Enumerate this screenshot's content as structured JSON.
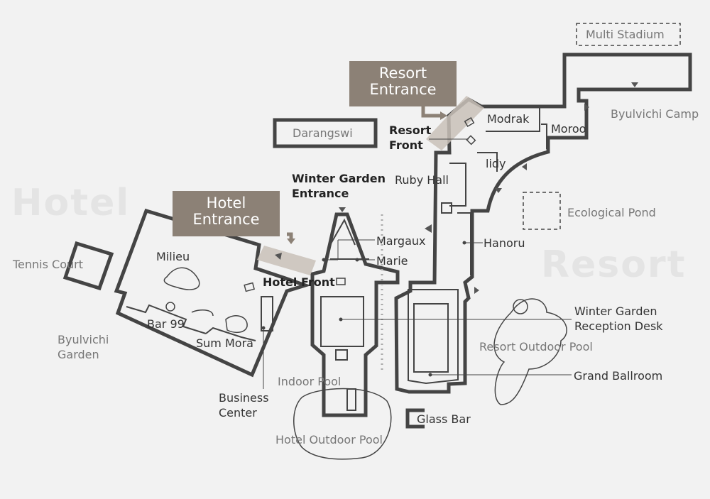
{
  "watermarks": {
    "left": "Hotel",
    "right": "Resort"
  },
  "badges": {
    "resort_entrance": "Resort\nEntrance",
    "hotel_entrance": "Hotel\nEntrance"
  },
  "labels": {
    "multi_stadium": "Multi Stadium",
    "byulvichi_camp": "Byulvichi Camp",
    "darangswi": "Darangswi",
    "resort_front": "Resort\nFront",
    "modrak": "Modrak",
    "moroo": "Moroo",
    "lidy": "lidy",
    "ruby_hall": "Ruby Hall",
    "winter_garden_entrance": "Winter Garden\nEntrance",
    "ecological_pond": "Ecological Pond",
    "margaux": "Margaux",
    "marie": "Marie",
    "hanoru": "Hanoru",
    "tennis_court": "Tennis Court",
    "milieu": "Milieu",
    "hotel_front": "Hotel Front",
    "bar99": "Bar 99",
    "sum_mora": "Sum Mora",
    "byulvichi_garden": "Byulvichi\nGarden",
    "business_center": "Business\nCenter",
    "indoor_pool": "Indoor Pool",
    "hotel_outdoor_pool": "Hotel Outdoor Pool",
    "glass_bar": "Glass Bar",
    "winter_garden_reception": "Winter Garden\nReception Desk",
    "resort_outdoor_pool": "Resort Outdoor Pool",
    "grand_ballroom": "Grand Ballroom"
  },
  "colors": {
    "wall": "#444444",
    "badge": "#8c8176",
    "entrance_zone": "#c9c1b8",
    "grey_text": "#777777"
  }
}
